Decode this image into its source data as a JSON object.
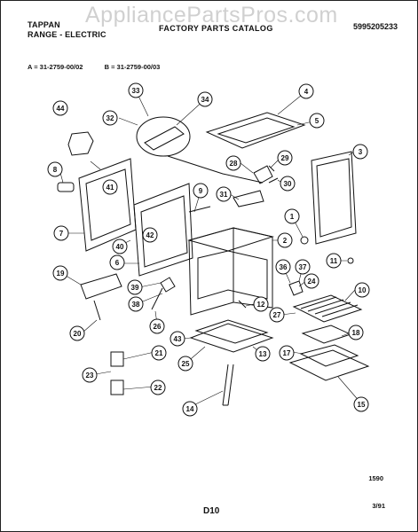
{
  "watermark": "AppliancePartsPros.com",
  "header": {
    "brand": "TAPPAN",
    "product": "RANGE - ELECTRIC",
    "catalog_title": "FACTORY PARTS CATALOG",
    "catalog_number": "5995205233"
  },
  "models": {
    "a": "A = 31-2759-00/02",
    "b": "B = 31-2759-00/03"
  },
  "callouts": [
    "44",
    "33",
    "34",
    "32",
    "4",
    "5",
    "3",
    "28",
    "29",
    "30",
    "8",
    "41",
    "9",
    "31",
    "1",
    "2",
    "7",
    "42",
    "40",
    "6",
    "11",
    "36",
    "37",
    "19",
    "39",
    "24",
    "10",
    "38",
    "12",
    "27",
    "26",
    "20",
    "43",
    "18",
    "17",
    "21",
    "25",
    "13",
    "23",
    "22",
    "14",
    "15"
  ],
  "footer": {
    "code": "1590",
    "page": "D10",
    "date": "3/91"
  },
  "colors": {
    "ink": "#111111",
    "paper": "#ffffff",
    "watermark": "#969696"
  }
}
